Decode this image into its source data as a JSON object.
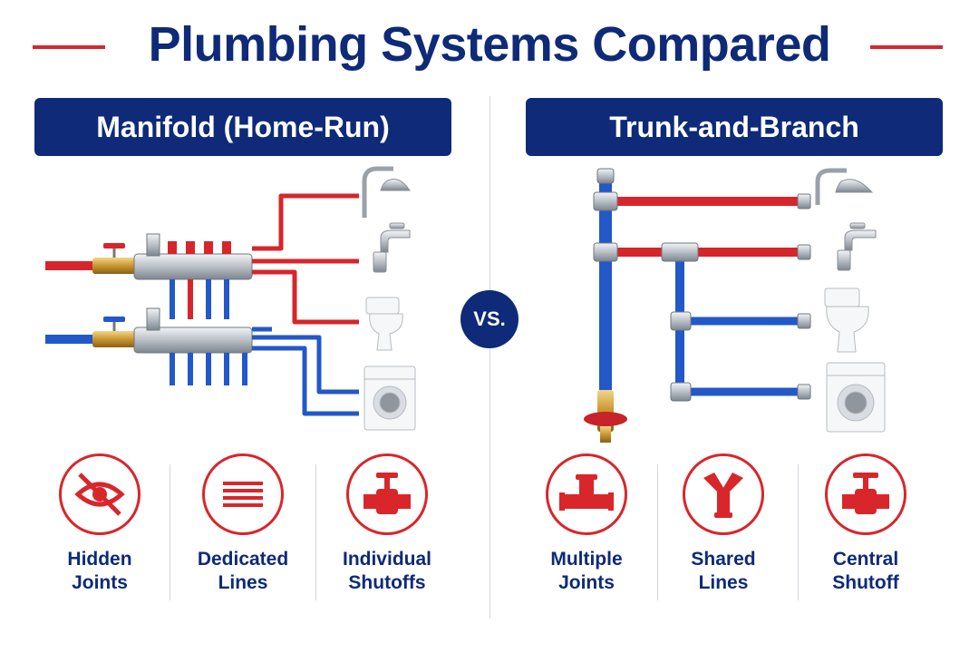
{
  "title": "Plumbing Systems Compared",
  "colors": {
    "navy": "#0e2a78",
    "red": "#d8262b",
    "hot_pipe": "#d6262b",
    "cold_pipe": "#2358c8"
  },
  "vs_label": "VS.",
  "left": {
    "header": "Manifold (Home-Run)",
    "fixtures": [
      "shower-icon",
      "faucet-icon",
      "toilet-icon",
      "washing-machine-icon"
    ],
    "features": [
      {
        "icon": "hidden-eye-icon",
        "label": "Hidden\nJoints"
      },
      {
        "icon": "dedicated-lines-icon",
        "label": "Dedicated\nLines"
      },
      {
        "icon": "shutoff-valve-icon",
        "label": "Individual\nShutoffs"
      }
    ]
  },
  "right": {
    "header": "Trunk-and-Branch",
    "fixtures": [
      "shower-icon",
      "faucet-icon",
      "toilet-icon",
      "washing-machine-icon"
    ],
    "features": [
      {
        "icon": "tee-joint-icon",
        "label": "Multiple\nJoints"
      },
      {
        "icon": "shared-wye-icon",
        "label": "Shared\nLines"
      },
      {
        "icon": "central-valve-icon",
        "label": "Central\nShutoff"
      }
    ]
  }
}
